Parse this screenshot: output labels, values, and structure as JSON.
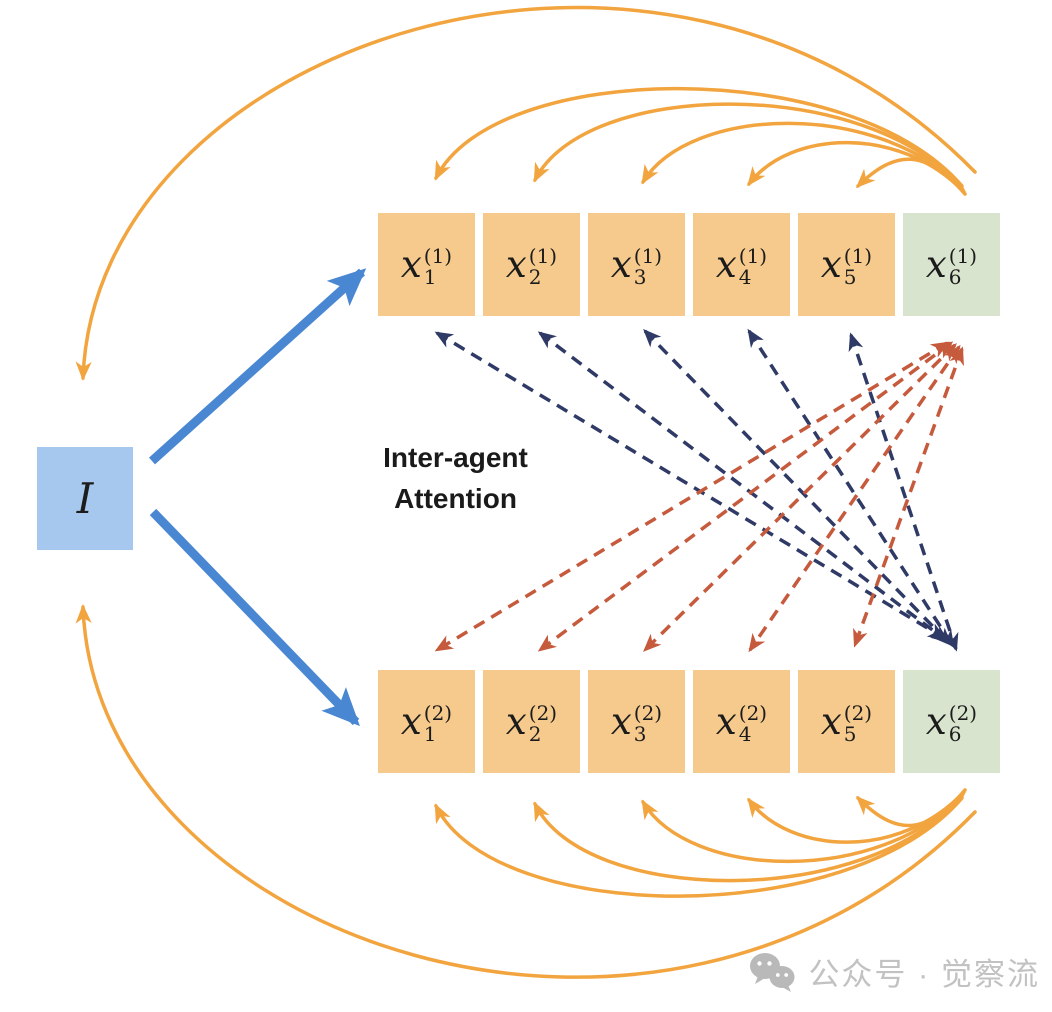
{
  "diagram": {
    "input": {
      "label": "I"
    },
    "center_label": {
      "line1": "Inter-agent",
      "line2": "Attention"
    },
    "token_var": "x",
    "rows": [
      {
        "name": "agent-1",
        "sup": "(1)",
        "subs": [
          "1",
          "2",
          "3",
          "4",
          "5",
          "6"
        ]
      },
      {
        "name": "agent-2",
        "sup": "(2)",
        "subs": [
          "1",
          "2",
          "3",
          "4",
          "5",
          "6"
        ]
      }
    ],
    "connections": {
      "intra_agent_top": "x6(1) -> x1(1)..x5(1) and I (orange arcs)",
      "intra_agent_bottom": "x6(2) -> x1(2)..x5(2) and I (orange arcs)",
      "inter_agent_navy": "x1(1)..x5(1) <-> x6(2) (navy dashed, double-headed)",
      "inter_agent_red": "x6(1) <-> x1(2)..x5(2) (red dashed, double-headed)",
      "input_arrows": "I -> agent 1 row, I -> agent 2 row (blue arrows)"
    },
    "colors": {
      "arc_orange": "#F2A43F",
      "arrow_blue": "#4A87D3",
      "dash_navy": "#2F3A66",
      "dash_red": "#C65A3D",
      "box_orange": "#F6CA8C",
      "box_green": "#D9E4CE",
      "box_blue": "#A6C7EE",
      "label_text": "#1A1A1A",
      "watermark_gray": "#C2C2C2"
    },
    "watermark": {
      "icon": "wechat-icon",
      "text": "公众号 · 觉察流"
    }
  }
}
